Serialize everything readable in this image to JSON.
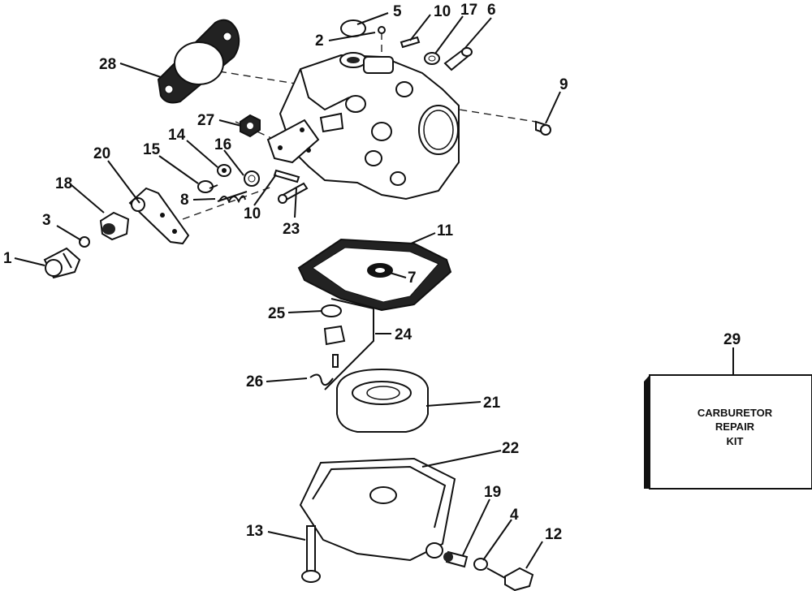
{
  "callouts": [
    "1",
    "2",
    "3",
    "4",
    "5",
    "6",
    "7",
    "8",
    "9",
    "10",
    "10",
    "11",
    "12",
    "13",
    "14",
    "15",
    "16",
    "17",
    "18",
    "19",
    "20",
    "21",
    "22",
    "23",
    "24",
    "25",
    "26",
    "27",
    "28",
    "29"
  ],
  "kit_box": {
    "number": "29",
    "lines": [
      "CARBURETOR",
      "REPAIR",
      "KIT"
    ]
  }
}
